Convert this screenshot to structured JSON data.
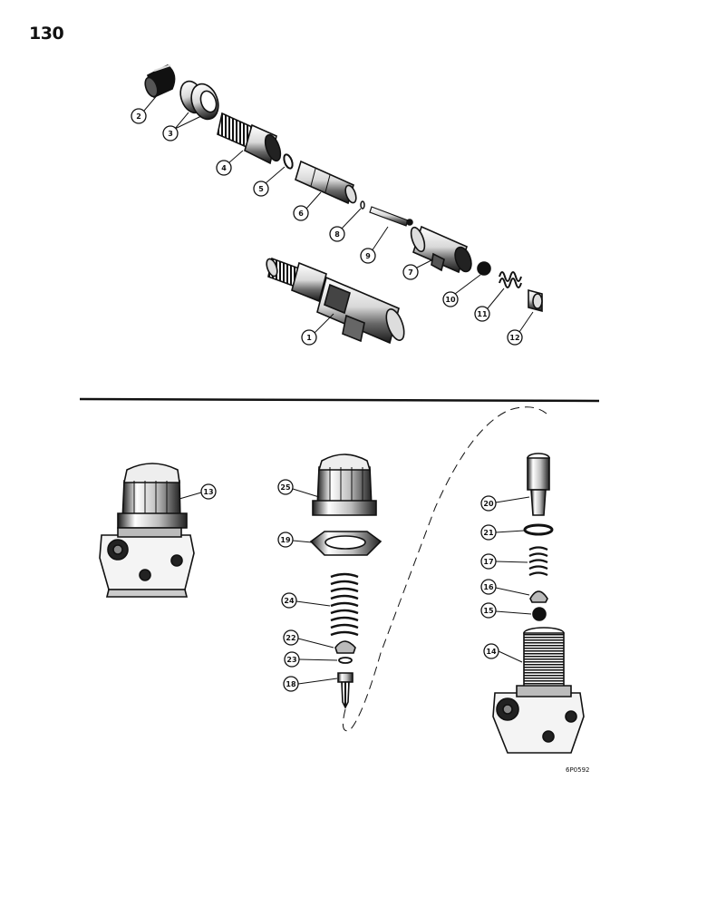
{
  "page_number": "130",
  "figure_code": "6P0592",
  "colors": {
    "ink": "#111111",
    "paper": "#ffffff",
    "shade": "#777777"
  },
  "callouts": {
    "c1": "1",
    "c2": "2",
    "c3": "3",
    "c4": "4",
    "c5": "5",
    "c6": "6",
    "c7": "7",
    "c8": "8",
    "c9": "9",
    "c10": "10",
    "c11": "11",
    "c12": "12",
    "c13": "13",
    "c14": "14",
    "c15": "15",
    "c16": "16",
    "c17": "17",
    "c18": "18",
    "c19": "19",
    "c20": "20",
    "c21": "21",
    "c22": "22",
    "c23": "23",
    "c24": "24",
    "c25": "25"
  }
}
